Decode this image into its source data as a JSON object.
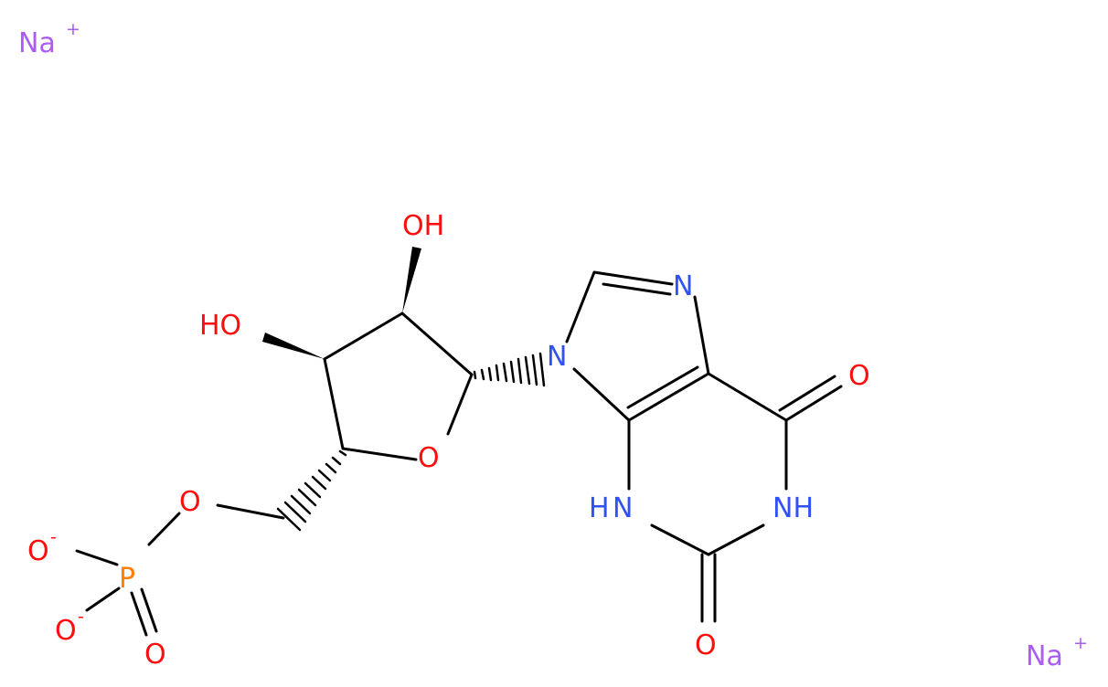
{
  "colors": {
    "bond": "#000000",
    "oxygen": "#ff0d0d",
    "nitrogen": "#3050f8",
    "phosphorus": "#ff8000",
    "sodium": "#ab5cf2"
  },
  "atoms": {
    "na1": "Na",
    "na1_charge": "+",
    "na2": "Na",
    "na2_charge": "+",
    "oh_top": "OH",
    "ho_left": "HO",
    "o_ring": "O",
    "o_ester": "O",
    "p": "P",
    "o_minus_1": "O",
    "o_minus_1_charge": "-",
    "o_minus_2": "O",
    "o_minus_2_charge": "-",
    "o_double": "O",
    "n9": "N",
    "n7": "N",
    "nh3_n": "N",
    "nh3_h": "H",
    "nh1": "NH",
    "o_c6": "O",
    "o_c2": "O"
  }
}
